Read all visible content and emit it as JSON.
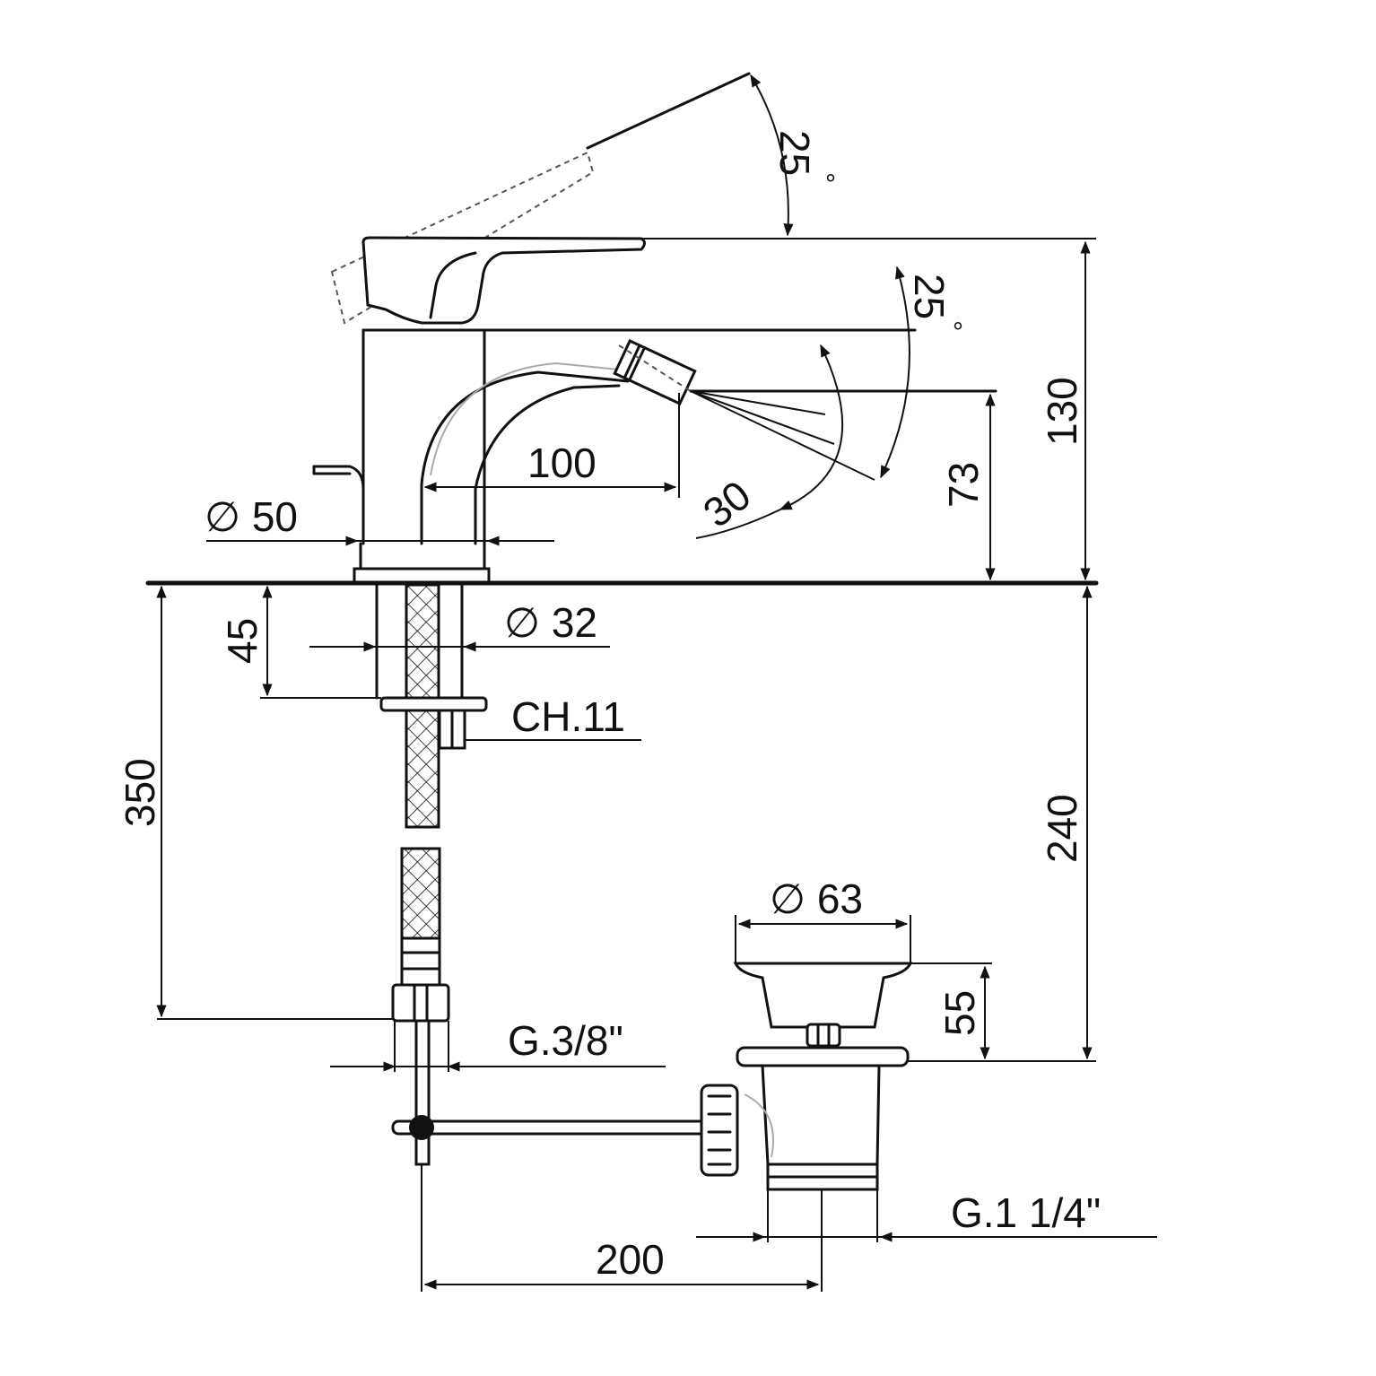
{
  "dimensions": {
    "lever_tilt_angle": "25",
    "spray_tilt_angle": "25",
    "degree_symbol": "°",
    "spray_swivel_angle": "30",
    "total_height": "130",
    "spout_height": "73",
    "spout_reach": "100",
    "base_diameter": "∅ 50",
    "shank_diameter": "∅ 32",
    "nut_thread_length": "45",
    "nut_size": "CH.11",
    "hose_length": "350",
    "pop_up_length": "240",
    "waste_diameter": "∅ 63",
    "waste_height": "55",
    "hose_connection": "G.3/8\"",
    "waste_connection": "G.1 1/4\"",
    "waste_offset": "200"
  },
  "colors": {
    "line": "#111111",
    "hidden_line": "#555555",
    "ghost_line": "#aaaaaa",
    "background": "#ffffff"
  }
}
